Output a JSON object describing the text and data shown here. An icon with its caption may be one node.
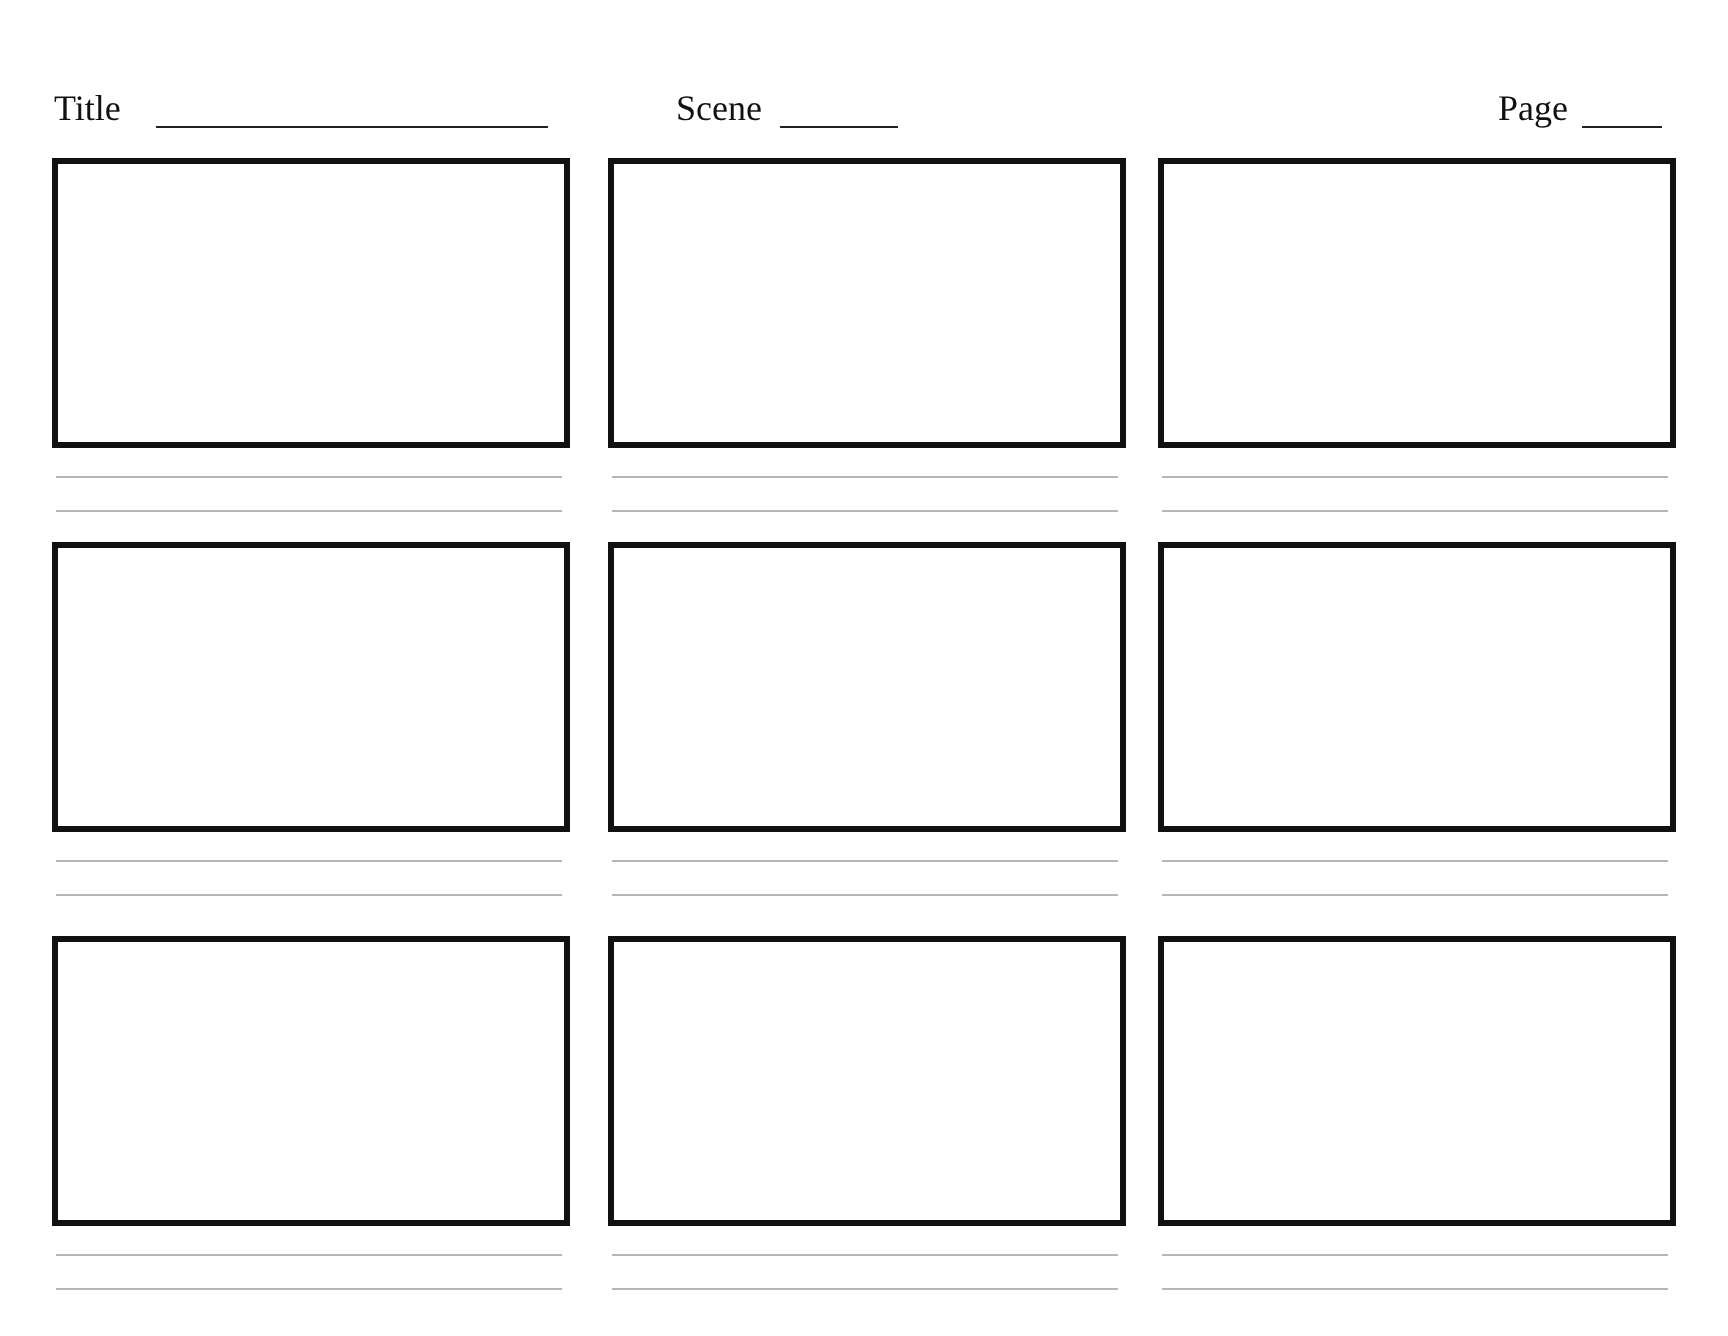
{
  "diagram": {
    "labels": [
      "Title",
      "Scene",
      "Page"
    ]
  }
}
